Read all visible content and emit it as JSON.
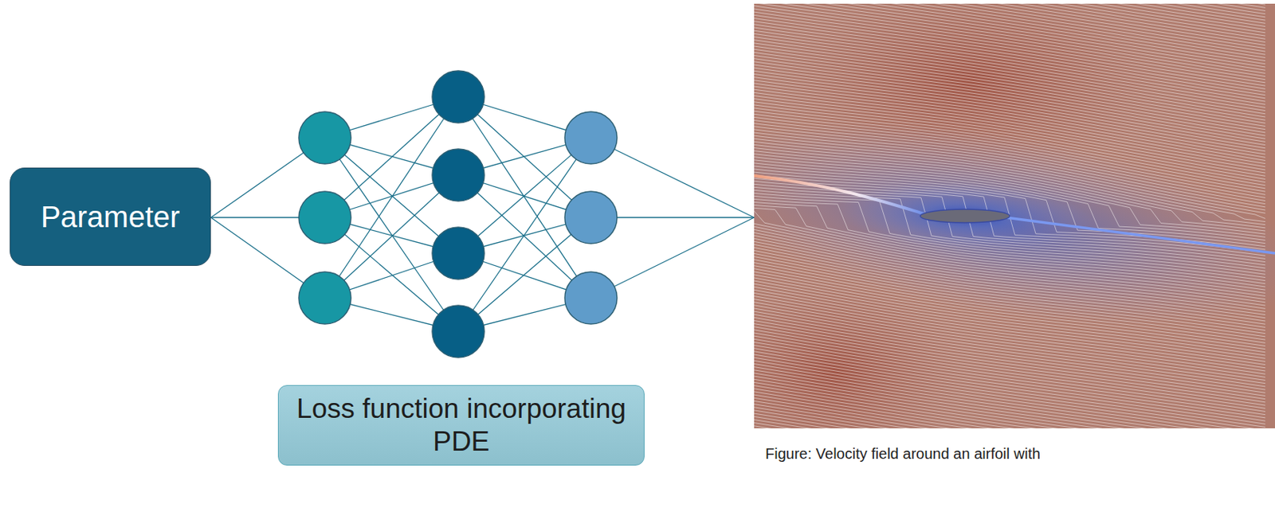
{
  "diagram": {
    "caption": "Figure: Velocity field around an airfoil with",
    "nodes": [
      {
        "text": [
          "Parameter"
        ]
      },
      {
        "text": [
          "Loss function incorporating PDE"
        ]
      }
    ]
  }
}
